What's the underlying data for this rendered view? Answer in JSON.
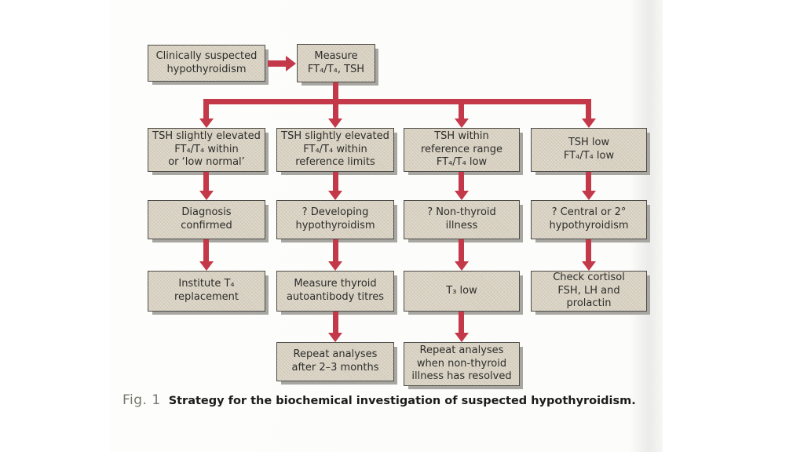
{
  "figure": {
    "fig_label": "Fig. 1",
    "caption": "Strategy for the biochemical investigation of suspected hypothyroidism."
  },
  "flowchart": {
    "nodes": {
      "start": "Clinically suspected\nhypothyroidism",
      "measure": "Measure\nFT₄/T₄, TSH",
      "branch1": "TSH slightly elevated\nFT₄/T₄ within\nor ‘low normal’",
      "branch2": "TSH slightly elevated\nFT₄/T₄ within\nreference limits",
      "branch3": "TSH within\nreference range\nFT₄/T₄ low",
      "branch4": "TSH low\nFT₄/T₄ low",
      "outcome1": "Diagnosis\nconfirmed",
      "outcome2": "? Developing\nhypothyroidism",
      "outcome3": "? Non-thyroid\nillness",
      "outcome4": "? Central or 2°\nhypothyroidism",
      "action1": "Institute T₄\nreplacement",
      "action2": "Measure thyroid\nautoantibody titres",
      "action3": "T₃ low",
      "action4": "Check cortisol\nFSH, LH and prolactin",
      "followup2": "Repeat analyses\nafter 2–3 months",
      "followup3": "Repeat analyses\nwhen non-thyroid\nillness has resolved"
    },
    "colors": {
      "arrow": "#c4394a",
      "box_fill": "#d7d0c0",
      "box_border": "#4e4c48",
      "box_shadow": "#a8a6a1"
    }
  }
}
